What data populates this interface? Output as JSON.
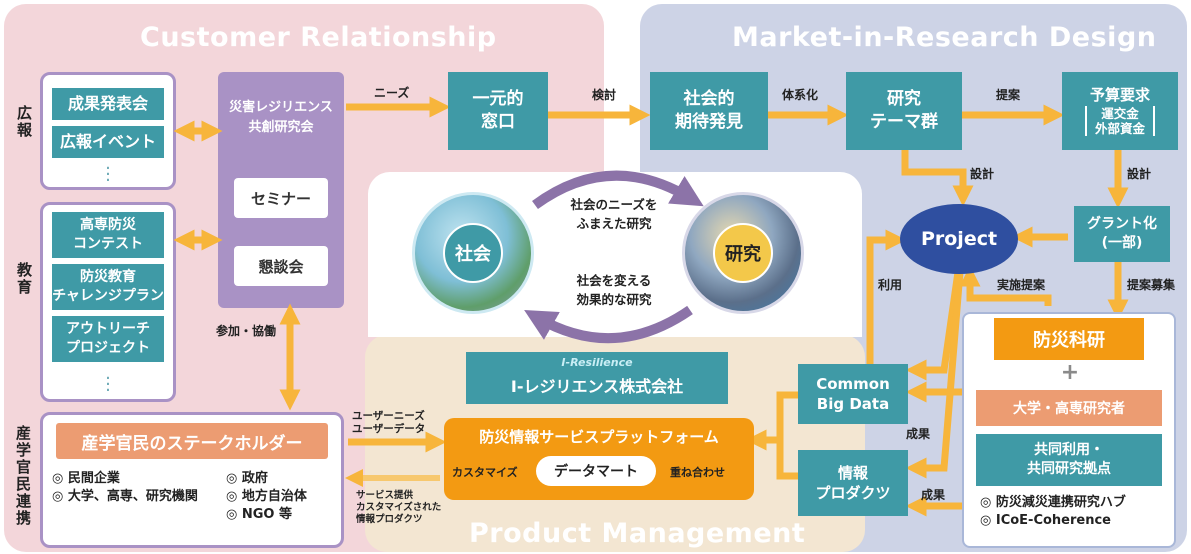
{
  "regions": {
    "customer": {
      "title": "Customer Relationship"
    },
    "market": {
      "title": "Market-in-Research Design"
    },
    "product": {
      "title": "Product Management"
    }
  },
  "side_labels": {
    "pr": "広報",
    "edu": "教育",
    "ind": "産学官民連携"
  },
  "pr_items": [
    "成果発表会",
    "広報イベント"
  ],
  "edu_items": [
    "高専防災\nコンテスト",
    "防災教育\nチャレンジプラン",
    "アウトリーチ\nプロジェクト"
  ],
  "cocreation": {
    "title": "災害レジリエンス\n共創研究会",
    "seminar": "セミナー",
    "discussion": "懇談会"
  },
  "participation": "参加・協働",
  "stakeholders": {
    "title": "産学官民のステークホルダー",
    "col1": [
      "◎ 民間企業",
      "◎ 大学、高専、研究機関"
    ],
    "col2": [
      "◎ 政府",
      "◎ 地方自治体",
      "◎ NGO 等"
    ]
  },
  "flow_labels": {
    "needs": "ニーズ",
    "review": "検討",
    "systematize": "体系化",
    "propose": "提案",
    "design1": "設計",
    "design2": "設計",
    "use": "利用",
    "impl_proposal": "実施提案",
    "call_proposals": "提案募集",
    "results1": "成果",
    "results2": "成果",
    "user_needs": "ユーザーニーズ\nユーザーデータ",
    "service": "サービス提供\nカスタマイズされた\n情報プロダクツ"
  },
  "nodes": {
    "window": "一元的\n窓口",
    "expectation": "社会的\n期待発見",
    "themes": "研究\nテーマ群",
    "budget_title": "予算要求",
    "budget_sub": "運交金\n外部資金",
    "grant": "グラント化\n(一部)",
    "project": "Project",
    "bigdata": "Common\nBig Data",
    "info_products": "情報\nプロダクツ"
  },
  "society_research": {
    "society": "社会",
    "research": "研究",
    "top_caption": "社会のニーズを\nふまえた研究",
    "bottom_caption": "社会を変える\n効果的な研究"
  },
  "company": {
    "logo": "I-Resilience",
    "name": "I-レジリエンス株式会社"
  },
  "platform": {
    "title": "防災情報サービスプラットフォーム",
    "left": "カスタマイズ",
    "center": "データマート",
    "right": "重ね合わせ"
  },
  "nied": {
    "title": "防災科研",
    "plus": "+",
    "researchers": "大学・高専研究者",
    "joint": "共同利用・\n共同研究拠点",
    "items": [
      "◎ 防災減災連携研究ハブ",
      "◎ ICoE-Coherence"
    ]
  },
  "colors": {
    "customer_bg": "#f3d6da",
    "market_bg": "#cdd3e6",
    "product_bg": "#f3e6d2",
    "teal": "#3f9aa6",
    "purple": "#a992c5",
    "orange": "#f7a21b",
    "project_blue": "#2f4fa0"
  }
}
